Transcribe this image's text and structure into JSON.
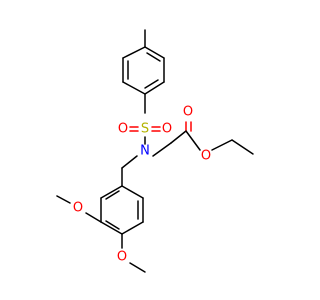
{
  "molecule": {
    "atoms": {
      "sulfur": "S",
      "nitrogen": "N",
      "sulfonyl_oxygen_left": "O",
      "sulfonyl_oxygen_right": "O",
      "carbonyl_oxygen": "O",
      "ester_oxygen": "O",
      "methoxy_oxygen_upper": "O",
      "methoxy_oxygen_lower": "O"
    },
    "colors": {
      "bond": "#000000",
      "oxygen": "#ff0000",
      "nitrogen": "#0000ff",
      "sulfur": "#b3b300"
    }
  }
}
